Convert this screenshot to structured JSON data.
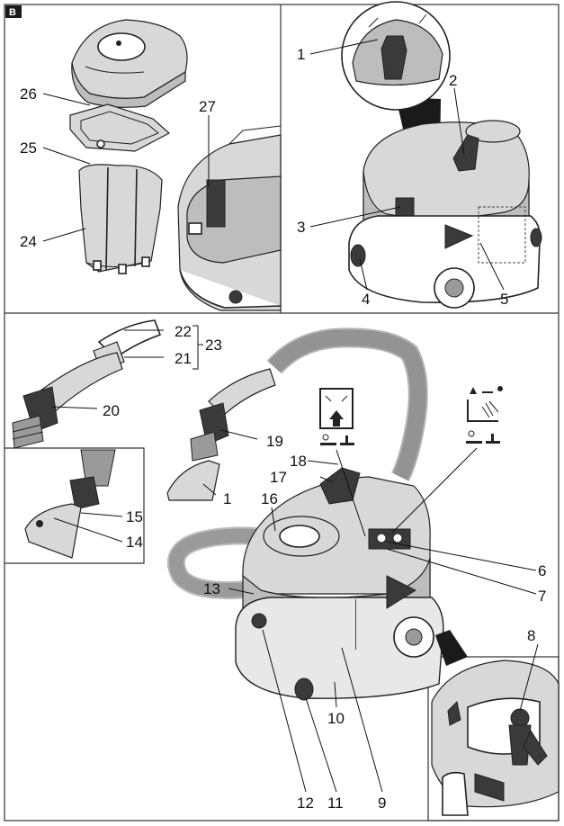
{
  "panel_tag": "B",
  "colors": {
    "ink": "#222222",
    "body_grey": "#d8d8d8",
    "dark_grey": "#3a3a3a",
    "panel_tag_bg": "#1a1a1a"
  },
  "callouts": [
    {
      "id": "c26",
      "label": "26"
    },
    {
      "id": "c25",
      "label": "25"
    },
    {
      "id": "c24",
      "label": "24"
    },
    {
      "id": "c27",
      "label": "27"
    },
    {
      "id": "c1a",
      "label": "1"
    },
    {
      "id": "c2",
      "label": "2"
    },
    {
      "id": "c3",
      "label": "3"
    },
    {
      "id": "c4",
      "label": "4"
    },
    {
      "id": "c5",
      "label": "5"
    },
    {
      "id": "c22",
      "label": "22"
    },
    {
      "id": "c21",
      "label": "21"
    },
    {
      "id": "c23",
      "label": "23"
    },
    {
      "id": "c20",
      "label": "20"
    },
    {
      "id": "c19",
      "label": "19"
    },
    {
      "id": "c1b",
      "label": "1"
    },
    {
      "id": "c18",
      "label": "18"
    },
    {
      "id": "c17",
      "label": "17"
    },
    {
      "id": "c16",
      "label": "16"
    },
    {
      "id": "c15",
      "label": "15"
    },
    {
      "id": "c14",
      "label": "14"
    },
    {
      "id": "c13",
      "label": "13"
    },
    {
      "id": "c6",
      "label": "6"
    },
    {
      "id": "c7",
      "label": "7"
    },
    {
      "id": "c8",
      "label": "8"
    },
    {
      "id": "c10",
      "label": "10"
    },
    {
      "id": "c12",
      "label": "12"
    },
    {
      "id": "c11",
      "label": "11"
    },
    {
      "id": "c9",
      "label": "9"
    }
  ]
}
